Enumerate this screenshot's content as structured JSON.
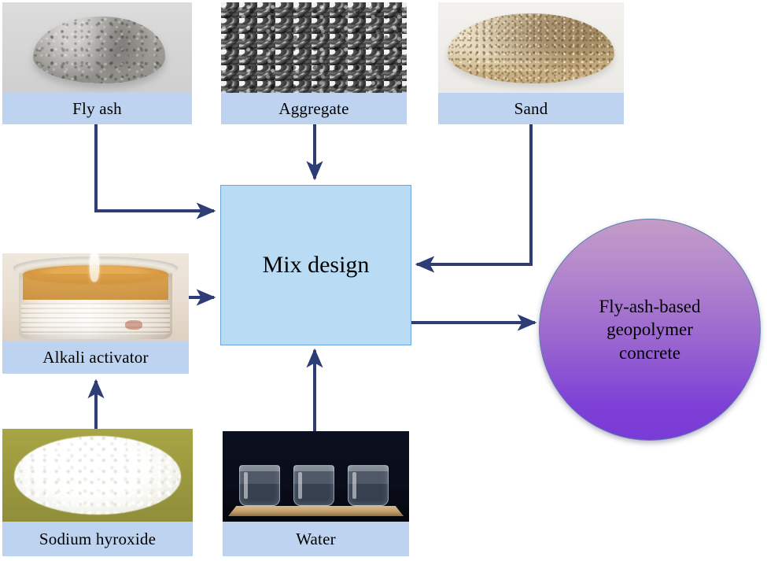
{
  "diagram": {
    "title": "Fly-ash-based geopolymer concrete mix design flow",
    "colors": {
      "caption_band": "#bdd3ef",
      "mix_box_fill": "#b9dcf4",
      "mix_box_border": "#6aa7dd",
      "arrow": "#2e3d75",
      "circle_top": "#c39cc8",
      "circle_bottom": "#7a3bd6",
      "background": "#ffffff"
    }
  },
  "materials": [
    {
      "id": "fly-ash",
      "label": "Fly ash",
      "image": "grey-powder-heap-photo"
    },
    {
      "id": "aggregate",
      "label": "Aggregate",
      "image": "crushed-stone-photo"
    },
    {
      "id": "sand",
      "label": "Sand",
      "image": "sand-heap-photo"
    },
    {
      "id": "alkali-activator",
      "label": "Alkali activator",
      "image": "bucket-amber-liquid-photo"
    },
    {
      "id": "sodium-hydroxide",
      "label": "Sodium hyroxide",
      "image": "white-powder-olive-background-photo"
    },
    {
      "id": "water",
      "label": "Water",
      "image": "three-beakers-water-photo"
    }
  ],
  "process": {
    "mix_design_label": "Mix design"
  },
  "result": {
    "line1": "Fly-ash-based",
    "line2": "geopolymer",
    "line3": "concrete"
  },
  "connectors": [
    {
      "id": "fly-ash-to-mix",
      "from": "fly-ash",
      "to": "mix-design",
      "style": "elbow-down-right"
    },
    {
      "id": "aggregate-to-mix",
      "from": "aggregate",
      "to": "mix-design",
      "style": "straight-down"
    },
    {
      "id": "sand-to-mix",
      "from": "sand",
      "to": "mix-design",
      "style": "elbow-down-left"
    },
    {
      "id": "alkali-activator-to-mix",
      "from": "alkali-activator",
      "to": "mix-design",
      "style": "straight-right"
    },
    {
      "id": "sodium-hydroxide-to-alkali-activator",
      "from": "sodium-hydroxide",
      "to": "alkali-activator",
      "style": "straight-up"
    },
    {
      "id": "water-to-mix",
      "from": "water",
      "to": "mix-design",
      "style": "straight-up"
    },
    {
      "id": "mix-to-result",
      "from": "mix-design",
      "to": "result",
      "style": "straight-right"
    }
  ]
}
